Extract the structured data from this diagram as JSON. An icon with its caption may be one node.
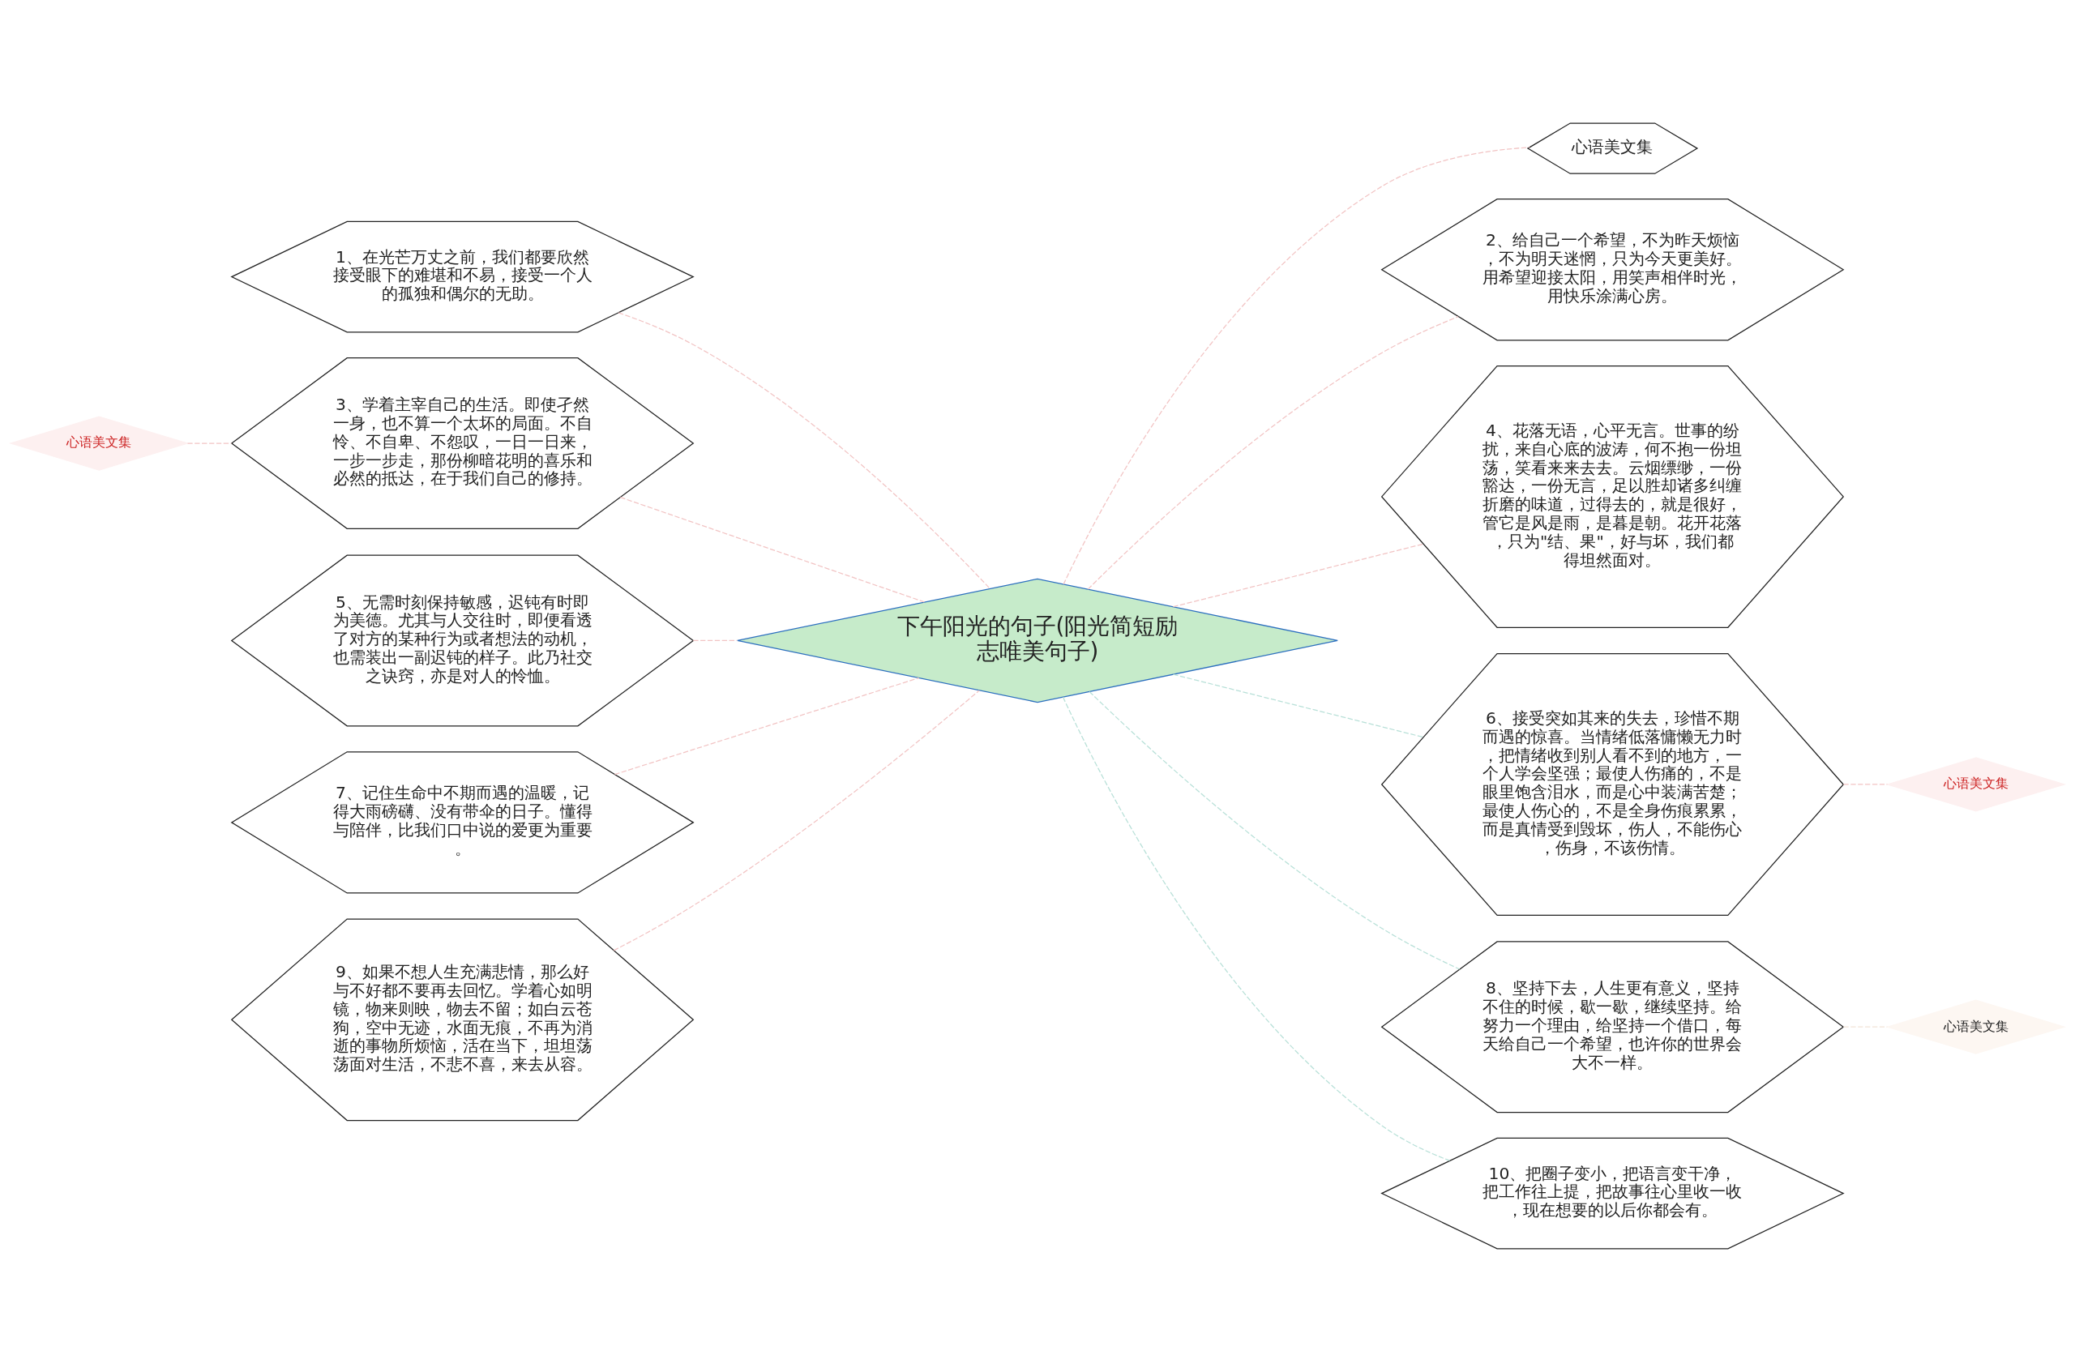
{
  "diagram": {
    "nodes": [
      {
        "text": [
          "下午阳光的句子(阳光简短励志唯美句子)"
        ]
      },
      {
        "text": [
          "1、在光芒万丈之前，我们都要欣然接受眼下的难堪和不易，接受一个人的孤独和偶尔的无助。"
        ]
      },
      {
        "text": [
          "3、学着主宰自己的生活。即使孑然一身，也不算一个太坏的局面。不自怜、不自卑、不怨叹，一日一日来，一步一步走，那份柳暗花明的喜乐和必然的抵达，在于我们自己的修持。"
        ]
      },
      {
        "text": [
          "5、无需时刻保持敏感，迟钝有时即为美德。尤其与人交往时，即便看透了对方的某种行为或者想法的动机，也需装出一副迟钝的样子。此乃社交之诀窍，亦是对人的怜恤。"
        ]
      },
      {
        "text": [
          "7、记住生命中不期而遇的温暖，记得大雨磅礴、没有带伞的日子。懂得与陪伴，比我们口中说的爱更为重要。"
        ]
      },
      {
        "text": [
          "9、如果不想人生充满悲情，那么好与不好都不要再去回忆。学着心如明镜，物来则映，物去不留；如白云苍狗，空中无迹，水面无痕，不再为消逝的事物所烦恼，活在当下，坦坦荡荡面对生活，不悲不喜，来去从容。"
        ]
      },
      {
        "text": [
          "心语美文集"
        ]
      },
      {
        "text": [
          "2、给自己一个希望，不为昨天烦恼，不为明天迷惘，只为今天更美好。用希望迎接太阳，用笑声相伴时光，用快乐涂满心房。"
        ]
      },
      {
        "text": [
          "4、花落无语，心平无言。世事的纷扰，来自心底的波涛，何不抱一份坦荡，笑看来来去去。云烟缥缈，一份豁达，一份无言，足以胜却诸多纠缠折磨的味道，过得去的，就是很好，管它是风是雨，是暮是朝。花开花落，只为\"结、果\"，好与坏，我们都得坦然面对。"
        ]
      },
      {
        "text": [
          "6、接受突如其来的失去，珍惜不期而遇的惊喜。当情绪低落慵懒无力时，把情绪收到别人看不到的地方，一个人学会坚强；最使人伤痛的，不是眼里饱含泪水，而是心中装满苦楚；最使人伤心的，不是全身伤痕累累，而是真情受到毁坏，伤人，不能伤心，伤身，不该伤情。"
        ]
      },
      {
        "text": [
          "8、坚持下去，人生更有意义，坚持不住的时候，歇一歇，继续坚持。给努力一个理由，给坚持一个借口，每天给自己一个希望，也许你的世界会大不一样。"
        ]
      },
      {
        "text": [
          "10、把圈子变小，把语言变干净，把工作往上提，把故事往心里收一收，现在想要的以后你都会有。"
        ]
      },
      {
        "text": [
          "心语美文集"
        ]
      },
      {
        "text": [
          "心语美文集"
        ]
      },
      {
        "text": [
          "心语美文集"
        ]
      }
    ],
    "edges": [
      {
        "from": 0,
        "to": 1,
        "arrow": "none",
        "style": "dashed",
        "color": "#f2c4c4"
      },
      {
        "from": 0,
        "to": 2,
        "arrow": "none",
        "style": "dashed",
        "color": "#f2c4c4"
      },
      {
        "from": 0,
        "to": 3,
        "arrow": "none",
        "style": "dashed",
        "color": "#f2c4c4"
      },
      {
        "from": 0,
        "to": 4,
        "arrow": "none",
        "style": "dashed",
        "color": "#f2c4c4"
      },
      {
        "from": 0,
        "to": 5,
        "arrow": "none",
        "style": "dashed",
        "color": "#f2c4c4"
      },
      {
        "from": 0,
        "to": 6,
        "arrow": "none",
        "style": "dashed",
        "color": "#f2c4c4"
      },
      {
        "from": 0,
        "to": 7,
        "arrow": "none",
        "style": "dashed",
        "color": "#f2c4c4"
      },
      {
        "from": 0,
        "to": 8,
        "arrow": "none",
        "style": "dashed",
        "color": "#f2c4c4"
      },
      {
        "from": 0,
        "to": 9,
        "arrow": "none",
        "style": "dashed",
        "color": "#b8e0d8"
      },
      {
        "from": 0,
        "to": 10,
        "arrow": "none",
        "style": "dashed",
        "color": "#b8e0d8"
      },
      {
        "from": 0,
        "to": 11,
        "arrow": "none",
        "style": "dashed",
        "color": "#b8e0d8"
      },
      {
        "from": 2,
        "to": 14,
        "arrow": "none",
        "style": "dashed",
        "color": "#f2c4c4"
      },
      {
        "from": 9,
        "to": 12,
        "arrow": "none",
        "style": "dashed",
        "color": "#f2c4c4"
      },
      {
        "from": 10,
        "to": 13,
        "arrow": "none",
        "style": "dashed",
        "color": "#f2e4d8"
      }
    ]
  }
}
